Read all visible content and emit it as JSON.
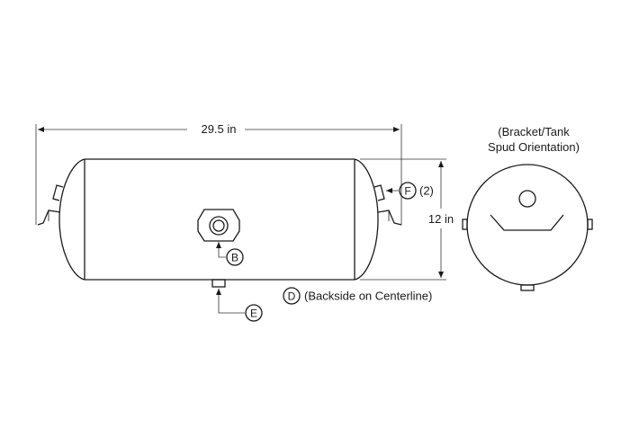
{
  "dimensions": {
    "length": "29.5 in",
    "height": "12 in"
  },
  "side_view_title": [
    "(Bracket/Tank",
    "Spud Orientation)"
  ],
  "callouts": {
    "B": {
      "letter": "B"
    },
    "D": {
      "letter": "D",
      "note": "(Backside on Centerline)"
    },
    "E": {
      "letter": "E"
    },
    "F": {
      "letter": "F",
      "note": "(2)"
    }
  }
}
